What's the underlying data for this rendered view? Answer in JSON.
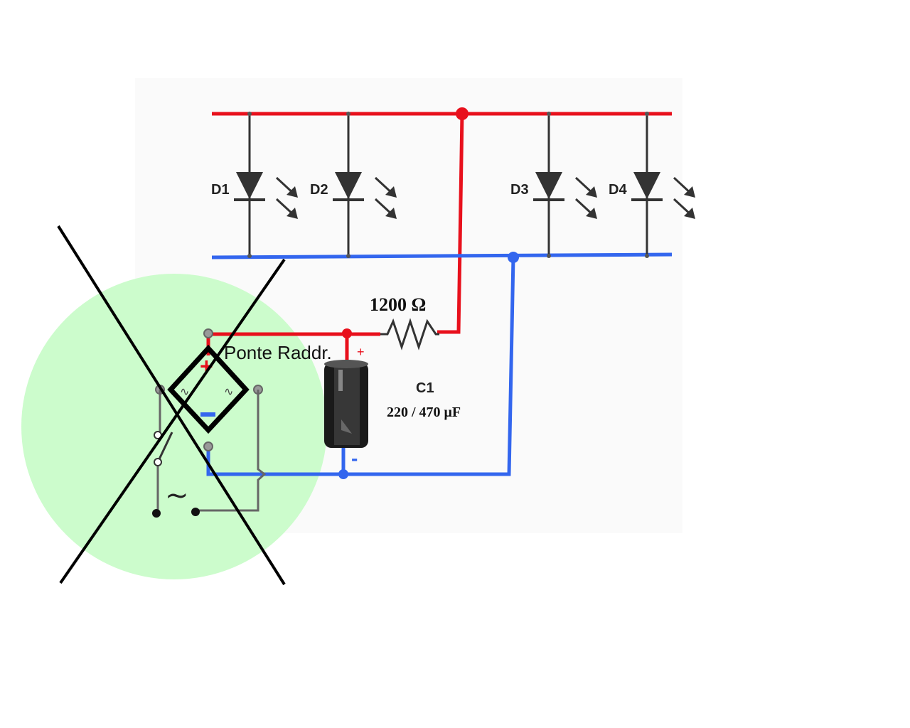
{
  "diodes": [
    {
      "label": "D1"
    },
    {
      "label": "D2"
    },
    {
      "label": "D3"
    },
    {
      "label": "D4"
    }
  ],
  "resistor": {
    "value": "1200 Ω"
  },
  "capacitor": {
    "name": "C1",
    "value": "220 / 470 μF",
    "plus_mark": "+",
    "minus_mark": "-"
  },
  "bridge": {
    "label": "Ponte Raddr.",
    "plus_mark": "+",
    "minus_mark": "-",
    "ac_mark": "∿"
  },
  "ac_source": {
    "symbol": "~"
  },
  "colors": {
    "positive_rail": "#e8101c",
    "negative_rail": "#3366ee",
    "component": "#333333",
    "highlight_circle": "#ccfccc",
    "cross": "#000000"
  }
}
